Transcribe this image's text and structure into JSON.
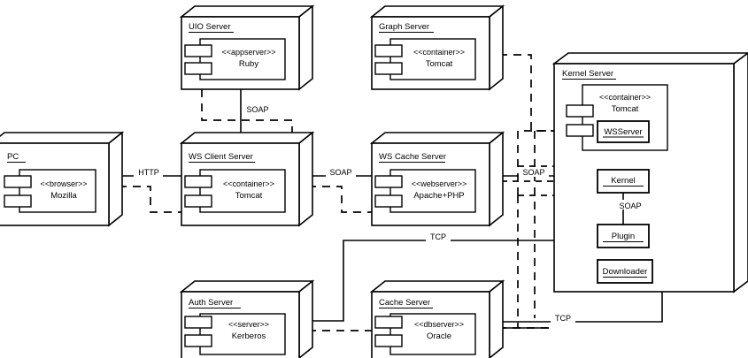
{
  "diagram": {
    "kind": "uml-deployment-diagram",
    "title": "",
    "background_color": "#ffffff",
    "line_color": "#000000"
  },
  "nodes": [
    {
      "id": "pc",
      "label": "PC",
      "component": {
        "stereotype": "<<browser>>",
        "name": "Mozilla"
      }
    },
    {
      "id": "uio-server",
      "label": "UIO Server",
      "component": {
        "stereotype": "<<appserver>>",
        "name": "Ruby"
      }
    },
    {
      "id": "graph-server",
      "label": "Graph Server",
      "component": {
        "stereotype": "<<container>>",
        "name": "Tomcat"
      }
    },
    {
      "id": "ws-client-server",
      "label": "WS Client Server",
      "component": {
        "stereotype": "<<container>>",
        "name": "Tomcat"
      }
    },
    {
      "id": "ws-cache-server",
      "label": "WS Cache Server",
      "component": {
        "stereotype": "<<webserver>>",
        "name": "Apache+PHP"
      }
    },
    {
      "id": "auth-server",
      "label": "Auth Server",
      "component": {
        "stereotype": "<<server>>",
        "name": "Kerberos"
      }
    },
    {
      "id": "cache-server",
      "label": "Cache Server",
      "component": {
        "stereotype": "<<dbserver>>",
        "name": "Oracle"
      }
    },
    {
      "id": "kernel-server",
      "label": "Kernel Server",
      "component": {
        "stereotype": "<<container>>",
        "name": "Tomcat"
      },
      "artifacts": [
        {
          "id": "wsserver",
          "name": "WSServer"
        },
        {
          "id": "kernel",
          "name": "Kernel"
        },
        {
          "id": "plugin",
          "name": "Plugin"
        },
        {
          "id": "downloader",
          "name": "Downloader"
        }
      ]
    }
  ],
  "connections": [
    {
      "id": "pc-wsclient",
      "label": "HTTP",
      "from": "pc",
      "to": "ws-client-server"
    },
    {
      "id": "uio-wsclient",
      "label": "SOAP",
      "from": "uio-server",
      "to": "ws-client-server"
    },
    {
      "id": "wsclient-wscache",
      "label": "SOAP",
      "from": "ws-client-server",
      "to": "ws-cache-server"
    },
    {
      "id": "wscache-kernel",
      "label": "SOAP",
      "from": "ws-cache-server",
      "to": "kernel-server"
    },
    {
      "id": "kernel-plugin",
      "label": "SOAP",
      "from": "kernel",
      "to": "plugin"
    },
    {
      "id": "auth-kernel",
      "label": "TCP",
      "from": "auth-server",
      "to": "kernel-server"
    },
    {
      "id": "cache-kernel",
      "label": "TCP",
      "from": "cache-server",
      "to": "kernel-server"
    }
  ]
}
